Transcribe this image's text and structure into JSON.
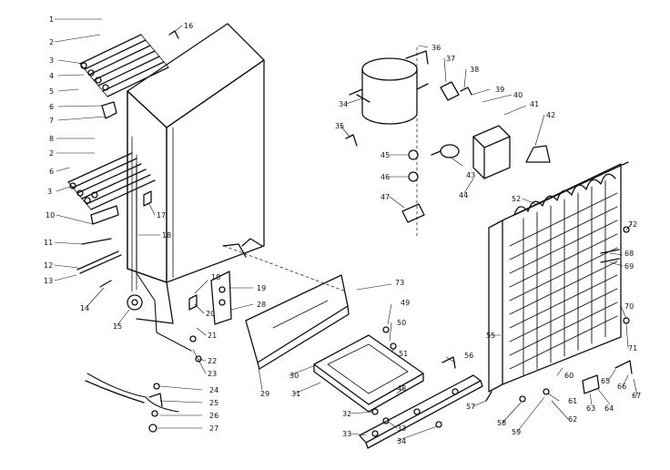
{
  "diagram": {
    "labels": [
      "1",
      "2",
      "3",
      "4",
      "5",
      "6",
      "7",
      "8",
      "2",
      "6",
      "3",
      "10",
      "11",
      "12",
      "13",
      "14",
      "15",
      "16",
      "17",
      "18",
      "18",
      "19",
      "20",
      "21",
      "22",
      "23",
      "24",
      "25",
      "26",
      "27",
      "28",
      "29",
      "30",
      "31",
      "32",
      "33",
      "33",
      "34",
      "34",
      "35",
      "36",
      "37",
      "38",
      "39",
      "40",
      "41",
      "42",
      "43",
      "44",
      "45",
      "46",
      "47",
      "48",
      "49",
      "50",
      "51",
      "52",
      "55",
      "56",
      "57",
      "58",
      "59",
      "60",
      "61",
      "62",
      "63",
      "64",
      "65",
      "66",
      "67",
      "68",
      "69",
      "70",
      "71",
      "72",
      "73"
    ],
    "colors": {
      "ink": "#111111",
      "paper": "#ffffff"
    }
  }
}
